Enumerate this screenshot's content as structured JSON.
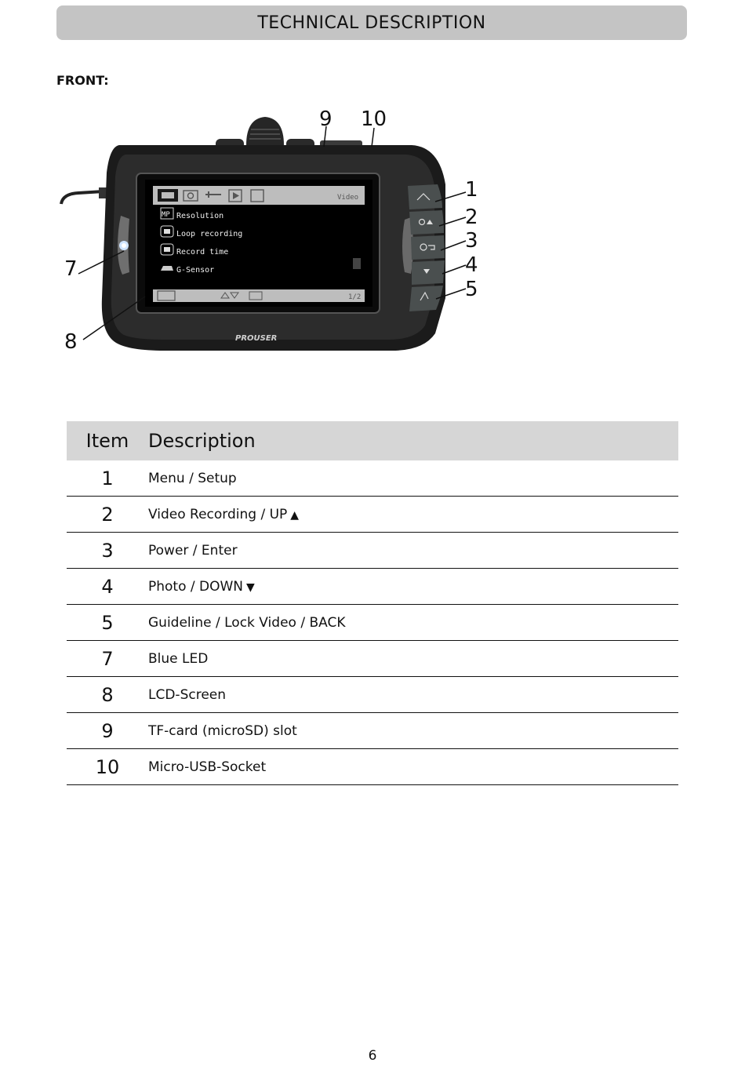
{
  "header": {
    "title": "TECHNICAL DESCRIPTION"
  },
  "section": {
    "label": "FRONT:"
  },
  "figure": {
    "callouts": [
      "1",
      "2",
      "3",
      "4",
      "5",
      "7",
      "8",
      "9",
      "10"
    ],
    "screen": {
      "tab_label": "Video",
      "menu_items": [
        "Resolution",
        "Loop recording",
        "Record time",
        "G-Sensor"
      ],
      "mp_badge": "MP",
      "page_indicator": "1/2"
    },
    "brand": "PROUSER"
  },
  "table": {
    "headers": {
      "item": "Item",
      "description": "Description"
    },
    "rows": [
      {
        "item": "1",
        "description": "Menu / Setup"
      },
      {
        "item": "2",
        "description": "Video Recording / UP",
        "glyph": "▲"
      },
      {
        "item": "3",
        "description": "Power / Enter"
      },
      {
        "item": "4",
        "description": "Photo / DOWN",
        "glyph": "▼"
      },
      {
        "item": "5",
        "description": "Guideline / Lock Video / BACK"
      },
      {
        "item": "7",
        "description": "Blue LED"
      },
      {
        "item": "8",
        "description": "LCD-Screen"
      },
      {
        "item": "9",
        "description": "TF-card (microSD) slot"
      },
      {
        "item": "10",
        "description": "Micro-USB-Socket"
      }
    ]
  },
  "footer": {
    "page_number": "6"
  }
}
